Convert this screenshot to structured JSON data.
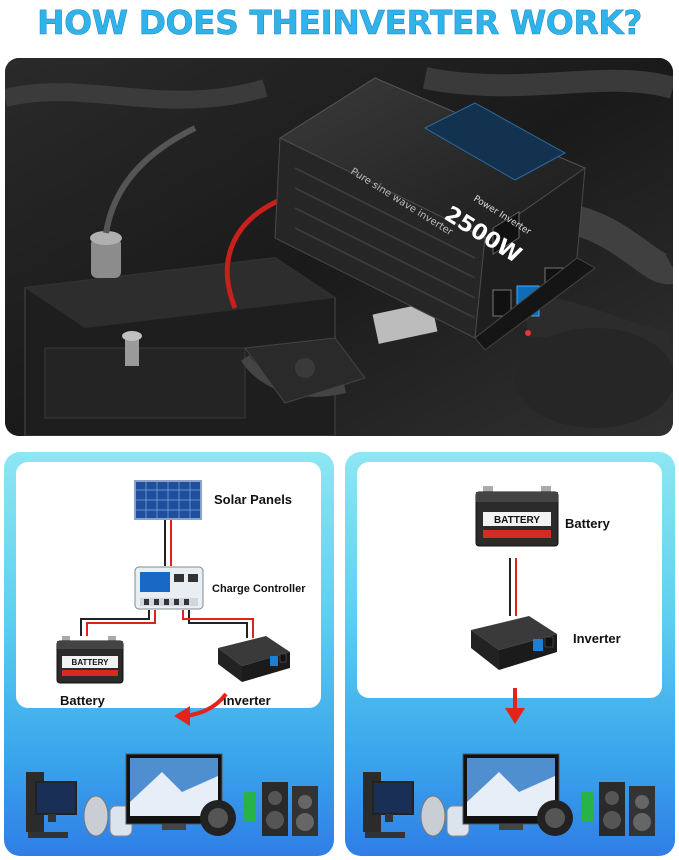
{
  "headline": "HOW DOES THEINVERTER WORK?",
  "photo": {
    "inverter_power": "2500W",
    "inverter_brand": "Power Inverter",
    "inverter_subtitle": "Pure sine wave inverter"
  },
  "solar_diagram": {
    "solar_panels": "Solar Panels",
    "charge_controller": "Charge Controller",
    "battery": "Battery",
    "inverter": "Inverter",
    "battery_case_text": "BATTERY"
  },
  "battery_diagram": {
    "battery": "Battery",
    "inverter": "Inverter",
    "battery_case_text": "BATTERY"
  },
  "colors": {
    "headline": "#2fb3e8",
    "wire_red": "#d8261c",
    "arrow_red": "#e5231b",
    "panel_top": "#8ee6f2",
    "panel_bottom": "#2f7ee6"
  }
}
